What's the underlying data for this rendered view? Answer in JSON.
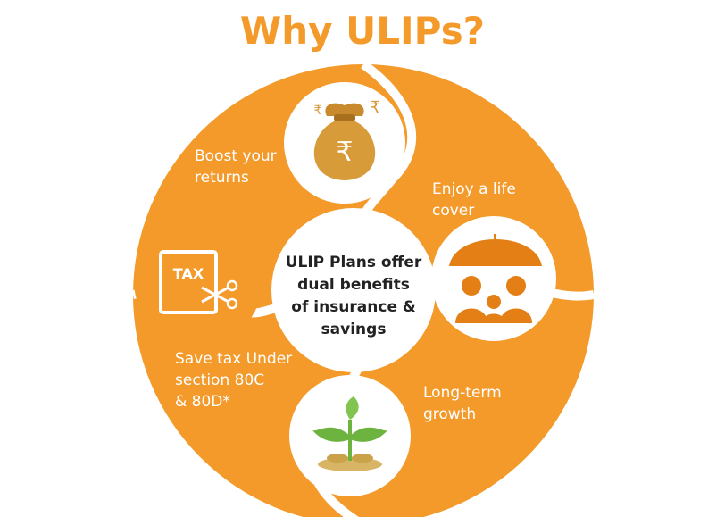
{
  "title": "Why ULIPs?",
  "center": {
    "lines": [
      "ULIP Plans offer",
      "dual benefits",
      "of insurance &",
      "savings"
    ]
  },
  "segments": [
    {
      "lines": [
        "Boost your",
        "returns"
      ],
      "icon": "money-bag-rupee-icon"
    },
    {
      "lines": [
        "Enjoy a life",
        "cover"
      ],
      "icon": "family-umbrella-icon"
    },
    {
      "lines": [
        "Long-term",
        "growth"
      ],
      "icon": "plant-coins-icon"
    },
    {
      "lines": [
        "Save tax Under",
        "section 80C",
        "& 80D*"
      ],
      "icon": "tax-scissors-icon"
    }
  ],
  "icon_text": {
    "tax": "TAX",
    "rupee": "₹"
  },
  "colors": {
    "orange": "#f39a2b",
    "orange_dark": "#e37f14",
    "bag": "#d89b3a",
    "green": "#6db33f"
  }
}
